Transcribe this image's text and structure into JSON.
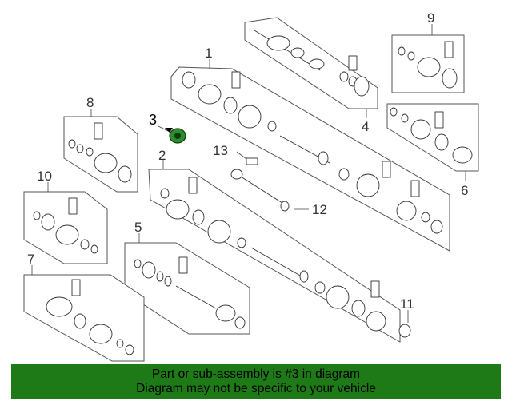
{
  "callouts": {
    "c1": "1",
    "c2": "2",
    "c3": "3",
    "c4": "4",
    "c5": "5",
    "c6": "6",
    "c7": "7",
    "c8": "8",
    "c9": "9",
    "c10": "10",
    "c11": "11",
    "c12": "12",
    "c13": "13"
  },
  "highlight": {
    "part_number": "3",
    "color": "#2e8b2e"
  },
  "banner": {
    "line1": "Part or sub-assembly is #3 in diagram",
    "line2": "Diagram may not be specific to your vehicle",
    "background": "#1e7a16"
  }
}
